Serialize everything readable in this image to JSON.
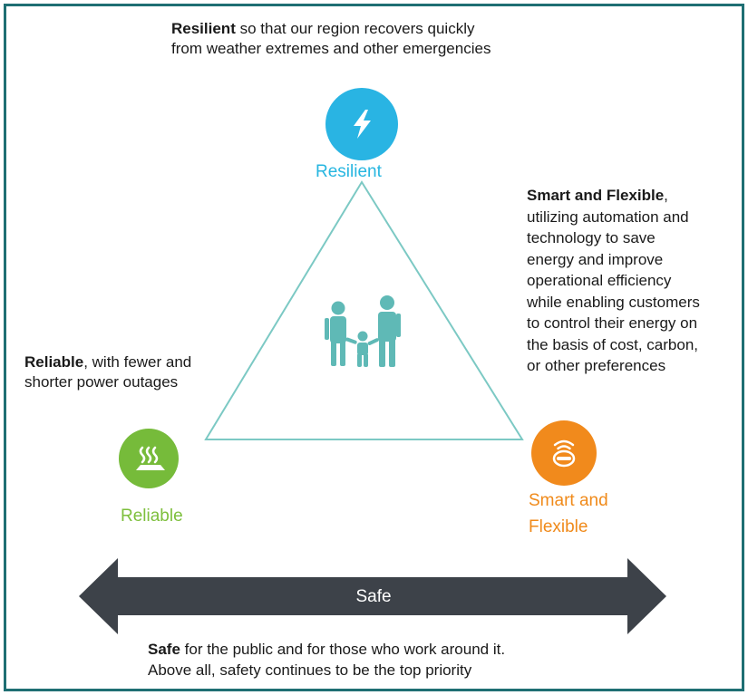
{
  "resilient": {
    "label": "Resilient",
    "bold": "Resilient",
    "desc_line1": " so that our region recovers quickly",
    "desc_line2": "from weather extremes and other emergencies",
    "icon": "lightning-bolt-icon",
    "color": "#29b4e3"
  },
  "smart": {
    "label_line1": "Smart and",
    "label_line2": "Flexible",
    "bold": "Smart and Flexible",
    "desc_first": ",",
    "desc_lines": [
      "utilizing automation and",
      "technology to save",
      "energy and improve",
      "operational efficiency",
      "while enabling customers",
      "to control their energy on",
      "the basis of cost, carbon,",
      "or other preferences"
    ],
    "icon": "thermostat-wifi-icon",
    "color": "#f18a1c"
  },
  "reliable": {
    "label": "Reliable",
    "bold": "Reliable",
    "desc_line1": ", with fewer and",
    "desc_line2": "shorter power outages",
    "icon": "heat-waves-icon",
    "color": "#76bb3a"
  },
  "center": {
    "icon": "family-icon",
    "color": "#5fb9b6"
  },
  "safe": {
    "arrow_label": "Safe",
    "bold": "Safe",
    "desc_line1": " for the public and for those who work around it.",
    "desc_line2": "Above all, safety continues to be the top priority",
    "arrow_color": "#3d4249"
  },
  "colors": {
    "triangle": "#7cc9c4",
    "border": "#1f6f73"
  }
}
